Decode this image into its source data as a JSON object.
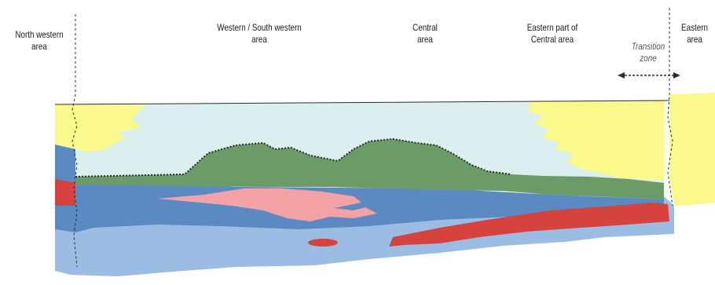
{
  "areas": {
    "north_western": [
      "North western",
      "area"
    ],
    "western_south_western": [
      "Western / South western",
      "area"
    ],
    "central": [
      "Central",
      "area"
    ],
    "eastern_part_central": [
      "Eastern part of",
      "Central area"
    ],
    "transition_zone": [
      "Transition",
      "zone"
    ],
    "eastern": [
      "Eastern",
      "area"
    ]
  },
  "colors": {
    "light_cyan": "#dcefef",
    "yellow": "#fafa8c",
    "green": "#6b9c68",
    "mid_blue": "#5b8ac3",
    "light_blue": "#9bbce3",
    "red": "#d6423e",
    "pink": "#f3a3a6",
    "dark_line": "#2b2b2b"
  }
}
